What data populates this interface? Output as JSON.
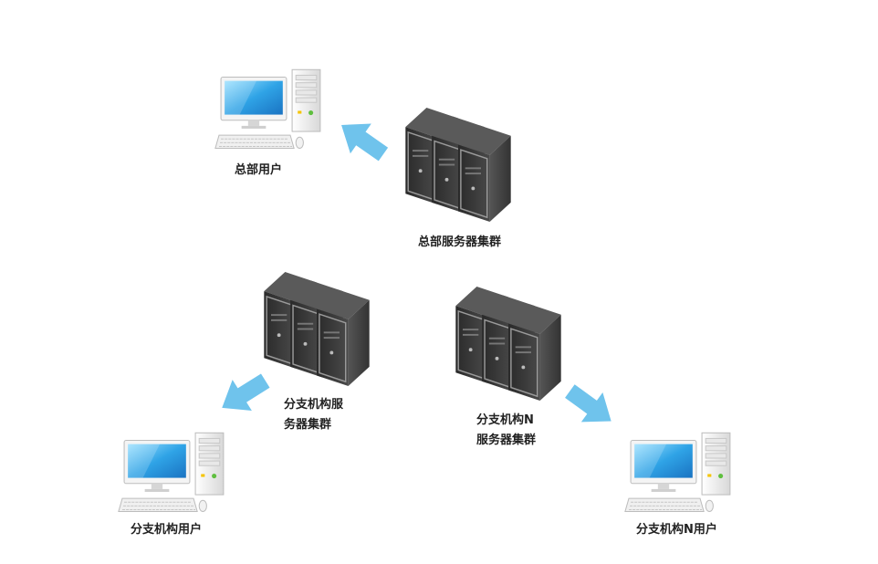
{
  "nodes": {
    "hq_users": {
      "label": "总部用户"
    },
    "hq_servers": {
      "label": "总部服务器集群"
    },
    "branch_servers": {
      "label_lines": [
        "分支机构服",
        "务器集群"
      ]
    },
    "branch_users": {
      "label": "分支机构用户"
    },
    "branchN_servers": {
      "label_lines": [
        "分支机构N",
        "服务器集群"
      ]
    },
    "branchN_users": {
      "label": "分支机构N用户"
    }
  },
  "colors": {
    "arrow": "#6fc3ec",
    "server_body": "#3c3c3c",
    "monitor_screen": "#2f9fe0"
  },
  "icons": {
    "server": "server-cluster-icon",
    "workstation": "desktop-computer-icon",
    "arrow": "flow-arrow-icon"
  }
}
